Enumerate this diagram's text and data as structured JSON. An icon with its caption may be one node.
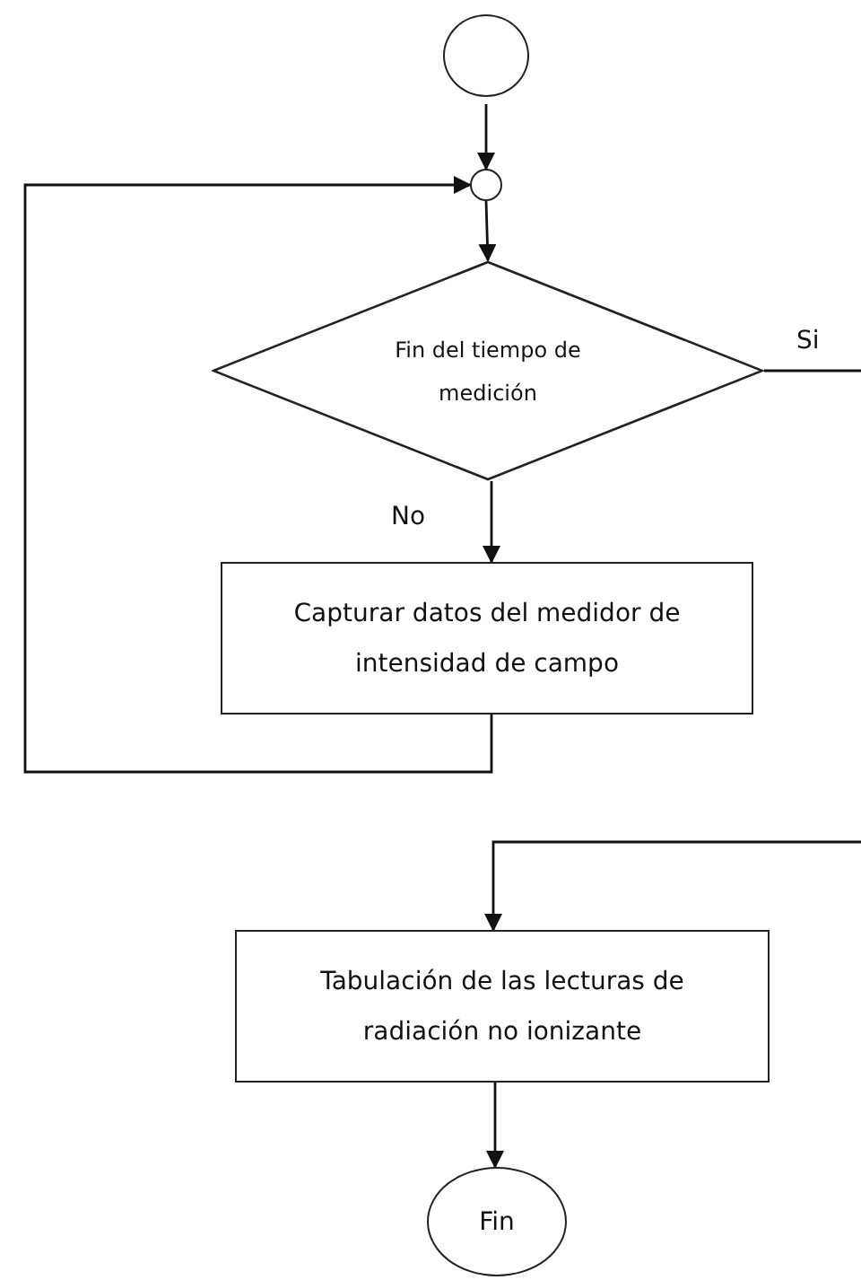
{
  "diagram": {
    "nodes": [
      {
        "text": [],
        "shape": "circle"
      },
      {
        "text": [],
        "shape": "circle"
      },
      {
        "text": [
          "Fin del tiempo de medición"
        ]
      },
      {
        "text": [
          "Capturar datos del medidor de intensidad de campo"
        ]
      },
      {
        "text": [
          "Tabulación de las lecturas de radiación no ionizante"
        ]
      },
      {
        "text": [
          "Fin"
        ]
      }
    ],
    "edges": [
      {
        "from": 0,
        "to": 1,
        "arrow": "to"
      },
      {
        "from": 1,
        "to": 2,
        "arrow": "to"
      },
      {
        "from": 2,
        "to": 3,
        "arrow": "to",
        "label": "No"
      },
      {
        "from": 3,
        "to": 1,
        "arrow": "to"
      },
      {
        "from": 2,
        "to": null,
        "arrow": "none",
        "label": "Si"
      },
      {
        "from": null,
        "to": 4,
        "arrow": "to"
      },
      {
        "from": 4,
        "to": 5,
        "arrow": "to"
      }
    ]
  }
}
